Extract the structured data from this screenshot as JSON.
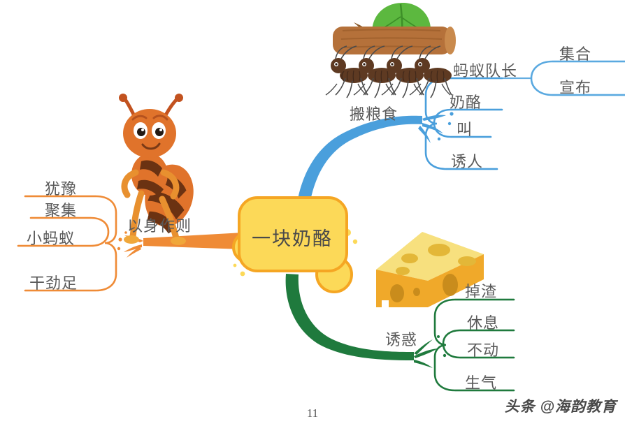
{
  "page": {
    "page_number": "11",
    "watermark": "头条 @海韵教育",
    "background_color": "#ffffff"
  },
  "mindmap": {
    "center": {
      "label": "一块奶酪",
      "fill_color": "#fcd958",
      "border_color": "#f5a623",
      "text_color": "#4a4a4a"
    },
    "branches": [
      {
        "id": "left",
        "label": "以身作则",
        "color": "#ef8b36",
        "children": [
          {
            "label": "犹豫"
          },
          {
            "label": "聚集"
          },
          {
            "label": "小蚂蚁"
          },
          {
            "label": "干劲足"
          }
        ]
      },
      {
        "id": "top",
        "label": "搬粮食",
        "color": "#4a9fdc",
        "children": [
          {
            "label": "蚂蚁队长",
            "children": [
              {
                "label": "集合"
              },
              {
                "label": "宣布"
              }
            ]
          },
          {
            "label": "奶酪"
          },
          {
            "label": "叫"
          },
          {
            "label": "诱人"
          }
        ]
      },
      {
        "id": "bottom",
        "label": "诱惑",
        "color": "#1f7a3d",
        "children": [
          {
            "label": "掉渣"
          },
          {
            "label": "休息"
          },
          {
            "label": "不动"
          },
          {
            "label": "生气"
          }
        ]
      }
    ]
  },
  "illustrations": [
    {
      "name": "ant-mascot-illustration",
      "description": "卡通蚂蚁"
    },
    {
      "name": "ants-carrying-log-illustration",
      "description": "蚂蚁抬木头"
    },
    {
      "name": "cheese-wedge-illustration",
      "description": "奶酪块"
    }
  ]
}
